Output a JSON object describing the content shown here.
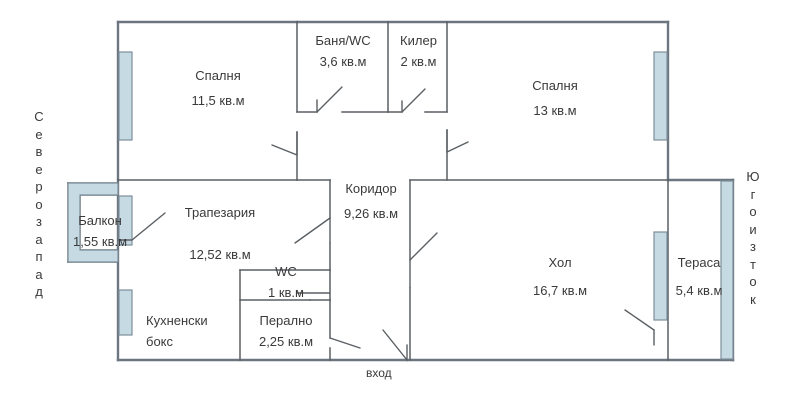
{
  "plan": {
    "rooms": [
      {
        "key": "bedroom_nw",
        "name": "Спалня",
        "area": "11,5 кв.м"
      },
      {
        "key": "bath_wc",
        "name": "Баня/WC",
        "area": "3,6 кв.м"
      },
      {
        "key": "pantry",
        "name": "Килер",
        "area": "2 кв.м"
      },
      {
        "key": "bedroom_ne",
        "name": "Спалня",
        "area": "13 кв.м"
      },
      {
        "key": "corridor",
        "name": "Коридор",
        "area": "9,26 кв.м"
      },
      {
        "key": "dining",
        "name": "Трапезария",
        "area": "12,52 кв.м"
      },
      {
        "key": "balcony",
        "name": "Балкон",
        "area": "1,55 кв.м"
      },
      {
        "key": "wc",
        "name": "WC",
        "area": "1 кв.м"
      },
      {
        "key": "laundry",
        "name": "Перално",
        "area": "2,25 кв.м"
      },
      {
        "key": "kitchen",
        "name": "Кухненски",
        "area": "бокс"
      },
      {
        "key": "living",
        "name": "Хол",
        "area": "16,7 кв.м"
      },
      {
        "key": "terrace",
        "name": "Тераса",
        "area": "5,4 кв.м"
      }
    ],
    "compass": {
      "northwest": "Северозапад",
      "southeast": "Югоизток"
    },
    "entrance_label": "вход",
    "colors": {
      "wall": "#6b7680",
      "partition": "#5a5f63",
      "window_fill": "#c6dae4",
      "window_stroke": "#7d8e99",
      "text": "#3a3a3a",
      "background": "#ffffff"
    }
  }
}
